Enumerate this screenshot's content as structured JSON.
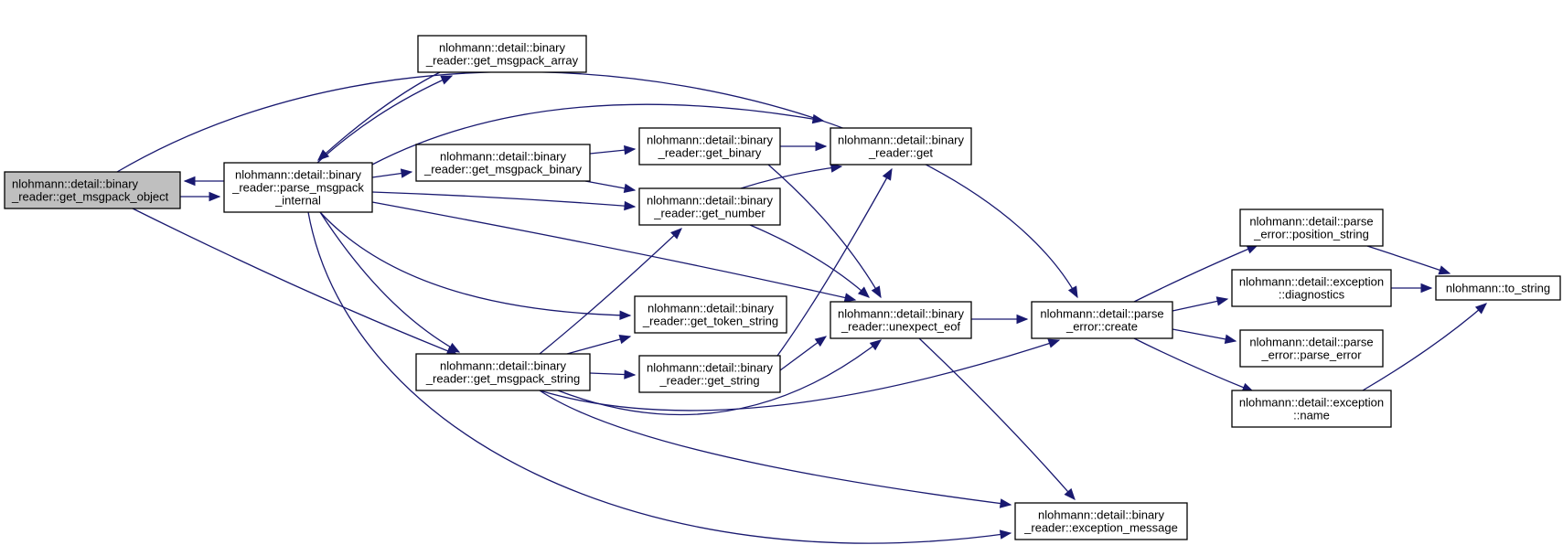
{
  "colors": {
    "edge": "#191970",
    "root_fill": "#bfbfbf",
    "node_fill": "#ffffff",
    "node_border": "#000000"
  },
  "nodes": {
    "get_msgpack_object": {
      "lines": [
        "nlohmann::detail::binary",
        "_reader::get_msgpack_object"
      ],
      "highlighted": true
    },
    "parse_msgpack_internal": {
      "lines": [
        "nlohmann::detail::binary",
        "_reader::parse_msgpack",
        "_internal"
      ]
    },
    "get_msgpack_array": {
      "lines": [
        "nlohmann::detail::binary",
        "_reader::get_msgpack_array"
      ]
    },
    "get_msgpack_binary": {
      "lines": [
        "nlohmann::detail::binary",
        "_reader::get_msgpack_binary"
      ]
    },
    "get_msgpack_string": {
      "lines": [
        "nlohmann::detail::binary",
        "_reader::get_msgpack_string"
      ]
    },
    "get_binary": {
      "lines": [
        "nlohmann::detail::binary",
        "_reader::get_binary"
      ]
    },
    "get_number": {
      "lines": [
        "nlohmann::detail::binary",
        "_reader::get_number"
      ]
    },
    "get_token_string": {
      "lines": [
        "nlohmann::detail::binary",
        "_reader::get_token_string"
      ]
    },
    "get_string": {
      "lines": [
        "nlohmann::detail::binary",
        "_reader::get_string"
      ]
    },
    "get": {
      "lines": [
        "nlohmann::detail::binary",
        "_reader::get"
      ]
    },
    "unexpect_eof": {
      "lines": [
        "nlohmann::detail::binary",
        "_reader::unexpect_eof"
      ]
    },
    "exception_message": {
      "lines": [
        "nlohmann::detail::binary",
        "_reader::exception_message"
      ]
    },
    "parse_error_create": {
      "lines": [
        "nlohmann::detail::parse",
        "_error::create"
      ]
    },
    "position_string": {
      "lines": [
        "nlohmann::detail::parse",
        "_error::position_string"
      ]
    },
    "diagnostics": {
      "lines": [
        "nlohmann::detail::exception",
        "::diagnostics"
      ]
    },
    "parse_error": {
      "lines": [
        "nlohmann::detail::parse",
        "_error::parse_error"
      ]
    },
    "exception_name": {
      "lines": [
        "nlohmann::detail::exception",
        "::name"
      ]
    },
    "to_string": {
      "lines": [
        "nlohmann::to_string"
      ]
    }
  },
  "edges": [
    {
      "from": "get_msgpack_object",
      "to": "parse_msgpack_internal"
    },
    {
      "from": "get_msgpack_object",
      "to": "get_msgpack_string"
    },
    {
      "from": "get_msgpack_object",
      "to": "parse_error_create"
    },
    {
      "from": "parse_msgpack_internal",
      "to": "get_msgpack_object"
    },
    {
      "from": "parse_msgpack_internal",
      "to": "get_msgpack_array"
    },
    {
      "from": "parse_msgpack_internal",
      "to": "get_msgpack_binary"
    },
    {
      "from": "parse_msgpack_internal",
      "to": "get_msgpack_string"
    },
    {
      "from": "parse_msgpack_internal",
      "to": "get_number"
    },
    {
      "from": "parse_msgpack_internal",
      "to": "get_token_string"
    },
    {
      "from": "parse_msgpack_internal",
      "to": "get"
    },
    {
      "from": "parse_msgpack_internal",
      "to": "unexpect_eof"
    },
    {
      "from": "parse_msgpack_internal",
      "to": "exception_message"
    },
    {
      "from": "get_msgpack_array",
      "to": "parse_msgpack_internal"
    },
    {
      "from": "get_msgpack_binary",
      "to": "get_binary"
    },
    {
      "from": "get_msgpack_binary",
      "to": "get_number"
    },
    {
      "from": "get_msgpack_string",
      "to": "get_number"
    },
    {
      "from": "get_msgpack_string",
      "to": "get_token_string"
    },
    {
      "from": "get_msgpack_string",
      "to": "get_string"
    },
    {
      "from": "get_msgpack_string",
      "to": "unexpect_eof"
    },
    {
      "from": "get_msgpack_string",
      "to": "parse_error_create"
    },
    {
      "from": "get_msgpack_string",
      "to": "exception_message"
    },
    {
      "from": "get_binary",
      "to": "get"
    },
    {
      "from": "get_binary",
      "to": "unexpect_eof"
    },
    {
      "from": "get_number",
      "to": "get"
    },
    {
      "from": "get_number",
      "to": "unexpect_eof"
    },
    {
      "from": "get_string",
      "to": "get"
    },
    {
      "from": "get_string",
      "to": "unexpect_eof"
    },
    {
      "from": "unexpect_eof",
      "to": "parse_error_create"
    },
    {
      "from": "unexpect_eof",
      "to": "exception_message"
    },
    {
      "from": "parse_error_create",
      "to": "position_string"
    },
    {
      "from": "parse_error_create",
      "to": "diagnostics"
    },
    {
      "from": "parse_error_create",
      "to": "parse_error"
    },
    {
      "from": "parse_error_create",
      "to": "exception_name"
    },
    {
      "from": "position_string",
      "to": "to_string"
    },
    {
      "from": "diagnostics",
      "to": "to_string"
    },
    {
      "from": "exception_name",
      "to": "to_string"
    }
  ]
}
